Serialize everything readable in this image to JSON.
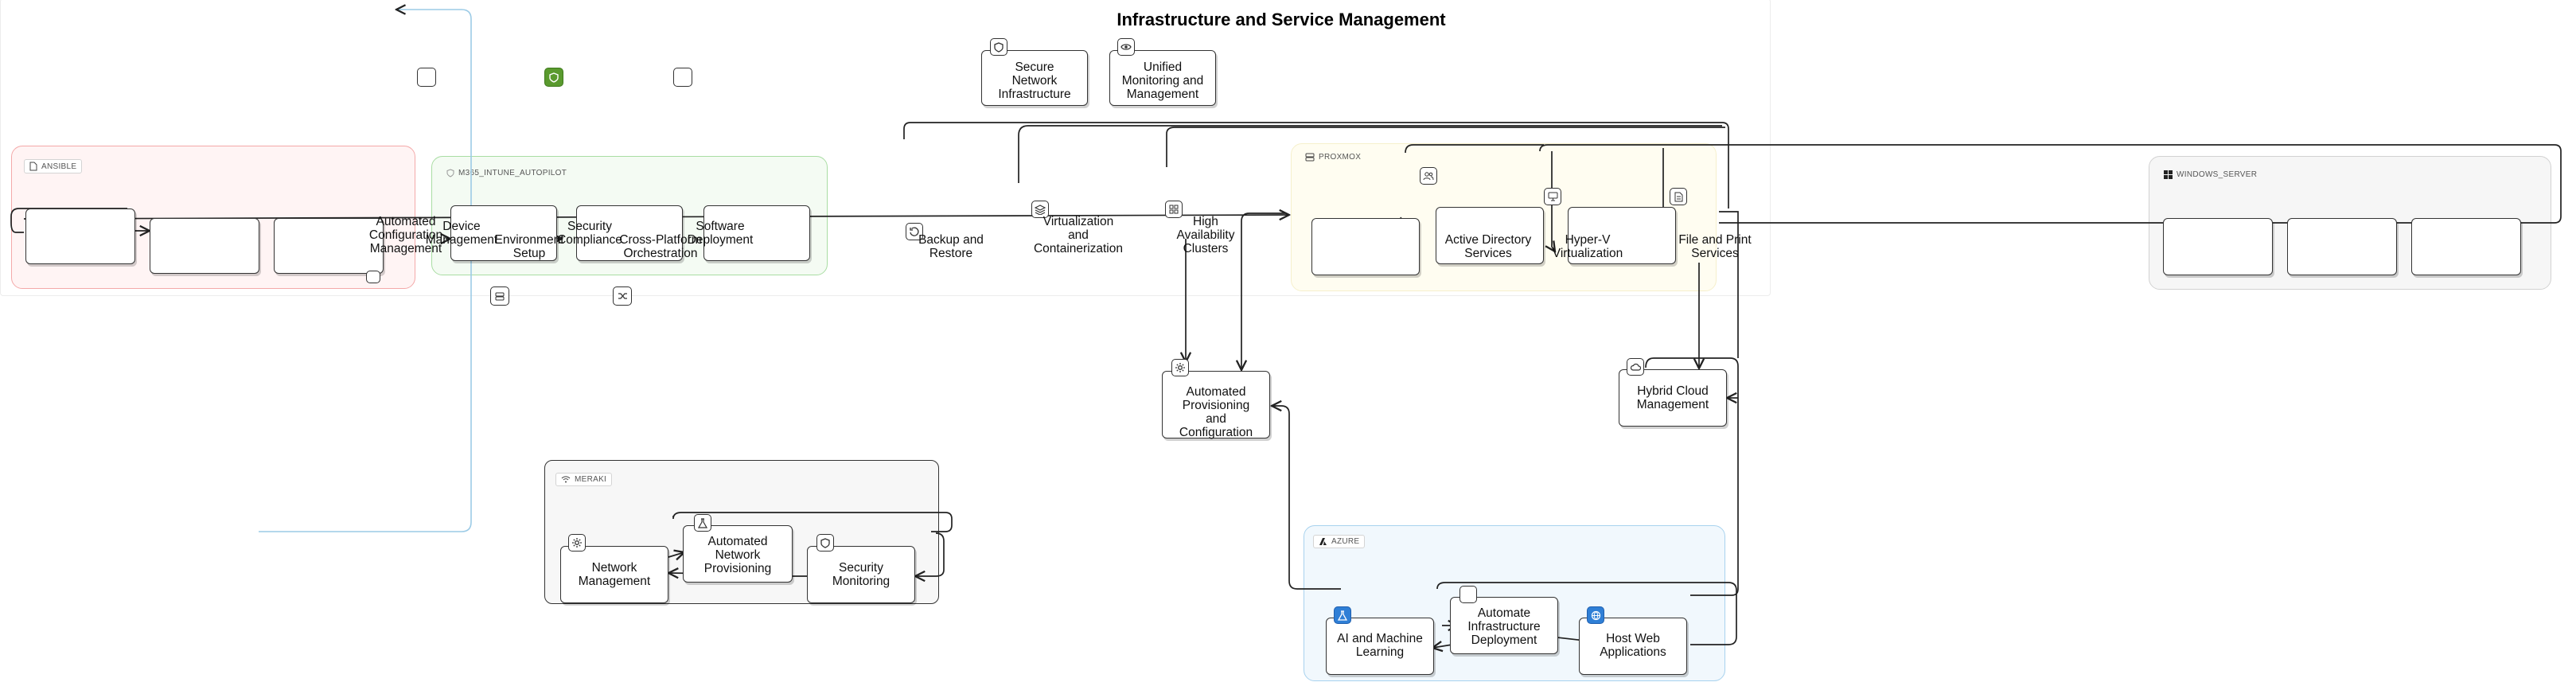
{
  "title": "Infrastructure and Service Management",
  "groups": {
    "ansible": "ANSIBLE",
    "m365": "M365_INTUNE_AUTOPILOT",
    "proxmox": "PROXMOX",
    "windows": "WINDOWS_SERVER",
    "meraki": "MERAKI",
    "azure": "AZURE"
  },
  "nodes": {
    "secure_network": "Secure\nNetwork\nInfrastructure",
    "unified_monitoring": "Unified\nMonitoring and\nManagement",
    "automated_config_mgmt": "Automated\nConfiguration\nManagement",
    "device_mgmt": "Device\nManagement",
    "env_setup": "Environment\nSetup",
    "security_compliance": "Security\nCompliance",
    "cross_platform": "Cross-Platform\nOrchestration",
    "software_deployment": "Software\nDeployment",
    "backup_restore": "Backup and\nRestore",
    "virtualization": "Virtualization\nand\nContainerization",
    "high_availability": "High\nAvailability\nClusters",
    "active_directory": "Active Directory\nServices",
    "hyperv": "Hyper-V\nVirtualization",
    "file_print": "File and Print\nServices",
    "auto_provisioning": "Automated\nProvisioning\nand\nConfiguration",
    "hybrid_cloud": "Hybrid Cloud\nManagement",
    "network_mgmt": "Network\nManagement",
    "auto_network_prov": "Automated\nNetwork\nProvisioning",
    "security_monitoring": "Security\nMonitoring",
    "ai_ml": "AI and Machine\nLearning",
    "automate_infra": "Automate\nInfrastructure\nDeployment",
    "host_web": "Host Web\nApplications"
  },
  "colors": {
    "ansible_fill": "#fff4f4",
    "ansible_border": "#f4a9a9",
    "m365_fill": "#f4fbf3",
    "m365_border": "#a9dda3",
    "proxmox_fill": "#fffdf1",
    "windows_fill": "#f6f6f6",
    "windows_border": "#d2d2d2",
    "meraki_fill": "#f7f7f7",
    "azure_fill": "#f1f8fd",
    "azure_border": "#a8d2ee",
    "accent_green": "#5a9a2e",
    "accent_blue": "#2f7fd6"
  },
  "icons": {
    "shield": "shield-icon",
    "eye": "eye-icon",
    "backup": "backup-icon",
    "layers": "layers-icon",
    "grid": "grid-icon",
    "users": "users-icon",
    "monitor": "monitor-icon",
    "file": "file-icon",
    "gear": "gear-icon",
    "cloud": "cloud-icon",
    "flask": "flask-icon",
    "globe": "globe-icon",
    "shuffle": "shuffle-icon",
    "server": "server-icon"
  }
}
